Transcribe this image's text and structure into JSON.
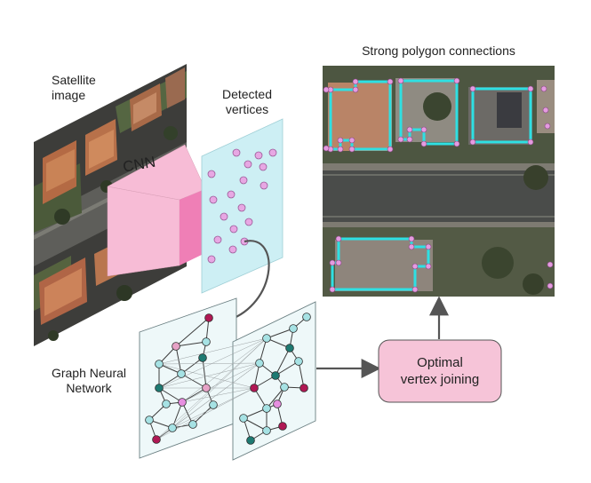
{
  "labels": {
    "satellite_line1": "Satellite",
    "satellite_line2": "image",
    "detected_line1": "Detected",
    "detected_line2": "vertices",
    "cnn": "CNN",
    "strong": "Strong polygon connections",
    "gnn_line1": "Graph Neural",
    "gnn_line2": "Network",
    "optimal_line1": "Optimal",
    "optimal_line2": "vertex joining"
  },
  "colors": {
    "cnn_pink": "#f7bcd6",
    "cnn_dark_pink": "#ef7fb6",
    "vertex_panel": "#cdeff4",
    "vertex_dot": "#e7a7e3",
    "polygon_edge": "#2ee0e3",
    "optimal_box": "#f6c4d8",
    "arrow": "#555555",
    "node_light": "#a6e2e4",
    "node_teal": "#1e7a72",
    "node_maroon": "#b01854",
    "node_pink": "#e6a2c6",
    "node_violet": "#e68fe0"
  },
  "icons": {
    "satellite_image": "aerial-photo-of-houses",
    "aerial_result": "aerial-photo-with-polygon-outlines"
  }
}
